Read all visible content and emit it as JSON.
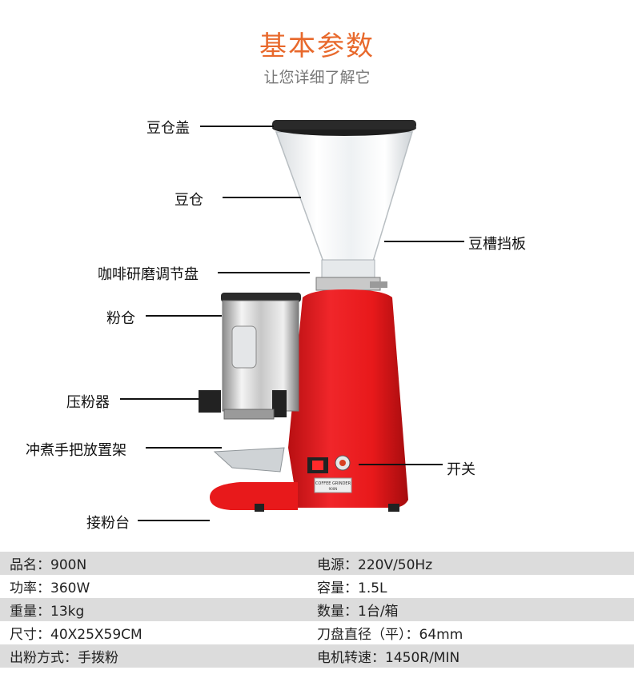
{
  "header": {
    "title": "基本参数",
    "subtitle": "让您详细了解它"
  },
  "colors": {
    "accent": "#e8692c",
    "body_red": "#e8191b",
    "row_gray": "#dcdcdc"
  },
  "labels": {
    "lid": "豆仓盖",
    "hopper": "豆仓",
    "baffle": "豆槽挡板",
    "adjust_dial": "咖啡研磨调节盘",
    "powder_bin": "粉仓",
    "tamper": "压粉器",
    "holder_rest": "冲煮手把放置架",
    "switch": "开关",
    "tray": "接粉台"
  },
  "machine": {
    "badge_line1": "COFFEE GRINDER",
    "badge_line2": "900N"
  },
  "specs": {
    "rows": [
      {
        "left": "品名：900N",
        "right": "电源：220V/50Hz"
      },
      {
        "left": "功率：360W",
        "right": "容量：1.5L"
      },
      {
        "left": "重量：13kg",
        "right": "数量：1台/箱"
      },
      {
        "left": "尺寸：40X25X59CM",
        "right": "刀盘直径（平）：64mm"
      },
      {
        "left": "出粉方式：手拨粉",
        "right": "电机转速：1450R/MIN"
      }
    ]
  }
}
